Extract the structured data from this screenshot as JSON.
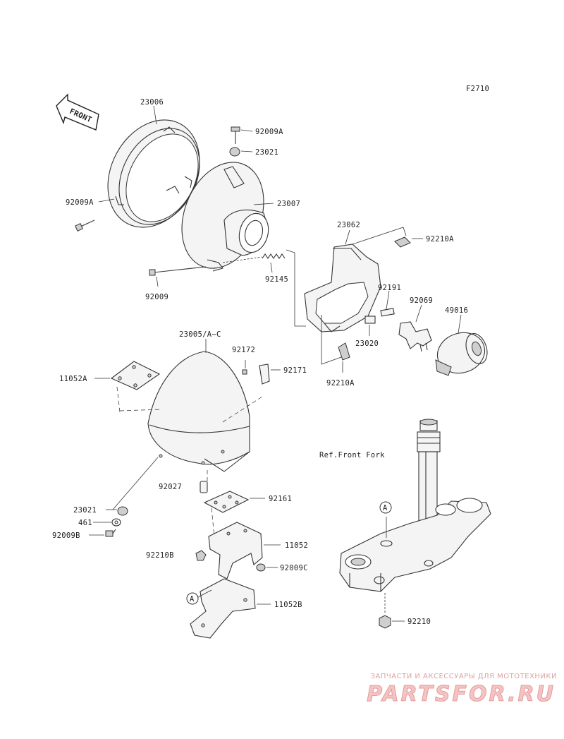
{
  "figure_code": "F2710",
  "front_marker": "FRONT",
  "reference_note": "Ref.Front Fork",
  "part_labels": {
    "p23006": "23006",
    "p92009a_top": "92009A",
    "p23021_top": "23021",
    "p92009a_left": "92009A",
    "p23007": "23007",
    "p23062": "23062",
    "p92210a_right": "92210A",
    "p92009": "92009",
    "p92145": "92145",
    "p92191": "92191",
    "p92069": "92069",
    "p49016": "49016",
    "p23020": "23020",
    "p23005": "23005/A~C",
    "p92172": "92172",
    "p92171": "92171",
    "p11052a": "11052A",
    "p92210a_bottom": "92210A",
    "p92027": "92027",
    "p92161": "92161",
    "p23021_low": "23021",
    "p461": "461",
    "p92009b": "92009B",
    "p11052": "11052",
    "p92210b": "92210B",
    "p92009c": "92009C",
    "p11052b": "11052B",
    "p92210": "92210"
  },
  "callouts": {
    "a_bracket": "A",
    "a_fork": "A"
  },
  "watermark": {
    "caption": "ЗАПЧАСТИ И АКСЕССУАРЫ ДЛЯ МОТОТЕХНИКИ",
    "logo_text": "PARTSFOR.RU"
  }
}
